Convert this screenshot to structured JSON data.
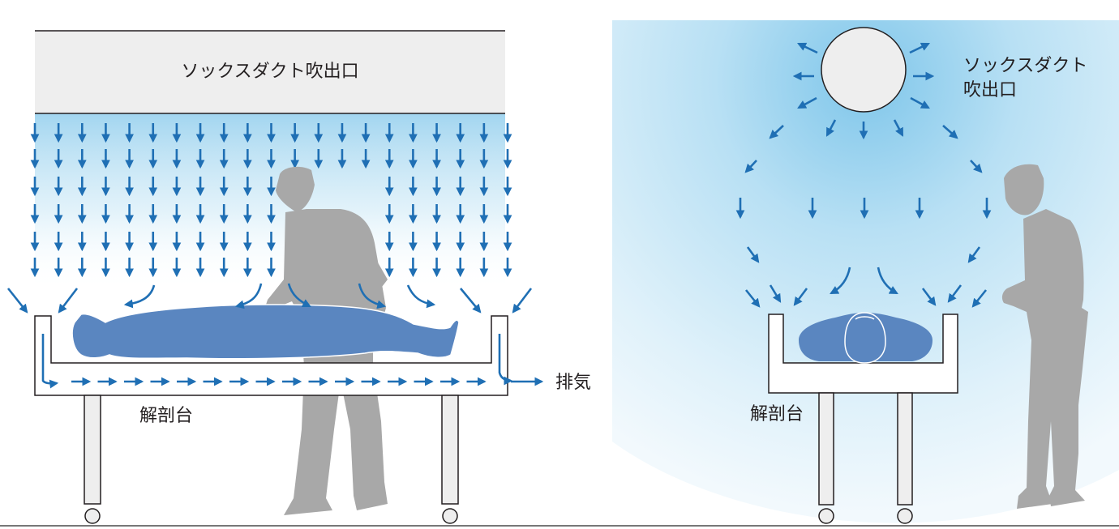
{
  "colors": {
    "arrow": "#1f6fb4",
    "body": "#5a86c0",
    "body_outline": "#ffffff",
    "person": "#a8a8a8",
    "table_stroke": "#231f20",
    "duct_fill": "#eeeeee",
    "air_light": "#bfe3f5",
    "air_mid": "#9dd3ef",
    "floor": "#777777"
  },
  "icons": {
    "left_person": "doctor-silhouette-icon",
    "right_person": "doctor-silhouette-icon",
    "left_body": "lying-body-side-view-icon",
    "right_body": "lying-body-head-view-icon"
  },
  "left_panel": {
    "duct_label": "ソックスダクト吹出口",
    "table_label": "解剖台",
    "exhaust_label": "排気"
  },
  "right_panel": {
    "duct_label_line1": "ソックスダクト",
    "duct_label_line2": "吹出口",
    "table_label": "解剖台"
  }
}
